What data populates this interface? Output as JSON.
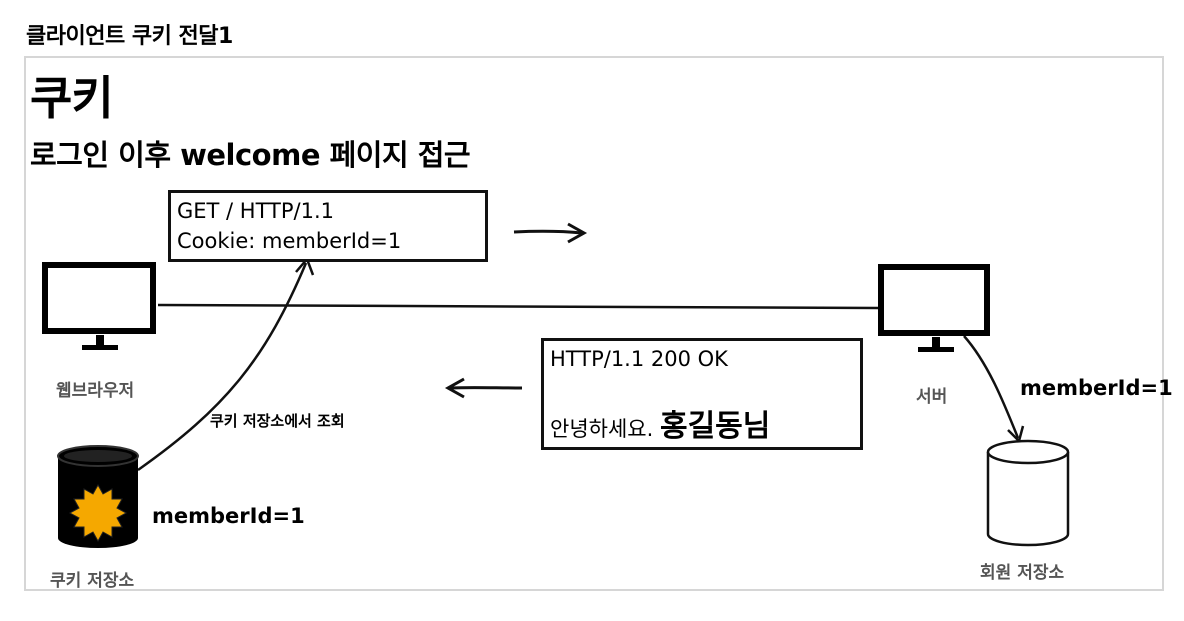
{
  "page_heading": "클라이언트 쿠키 전달1",
  "slide": {
    "title": "쿠키",
    "subtitle": "로그인 이후 welcome 페이지 접근"
  },
  "request": {
    "line1": "GET / HTTP/1.1",
    "line2": "Cookie: memberId=1"
  },
  "response": {
    "line1": "HTTP/1.1 200 OK",
    "greeting": "안녕하세요.",
    "name": "홍길동님"
  },
  "client": {
    "label": "웹브라우저"
  },
  "server": {
    "label": "서버"
  },
  "cookie_store": {
    "label": "쿠키 저장소",
    "value": "memberId=1"
  },
  "member_store": {
    "label": "회원 저장소"
  },
  "lookup_note": "쿠키 저장소에서 조회",
  "server_value": "memberId=1",
  "colors": {
    "cookie": "#f5a800",
    "ink": "#111111",
    "frame": "#d6d6d6",
    "caption": "#555555"
  }
}
